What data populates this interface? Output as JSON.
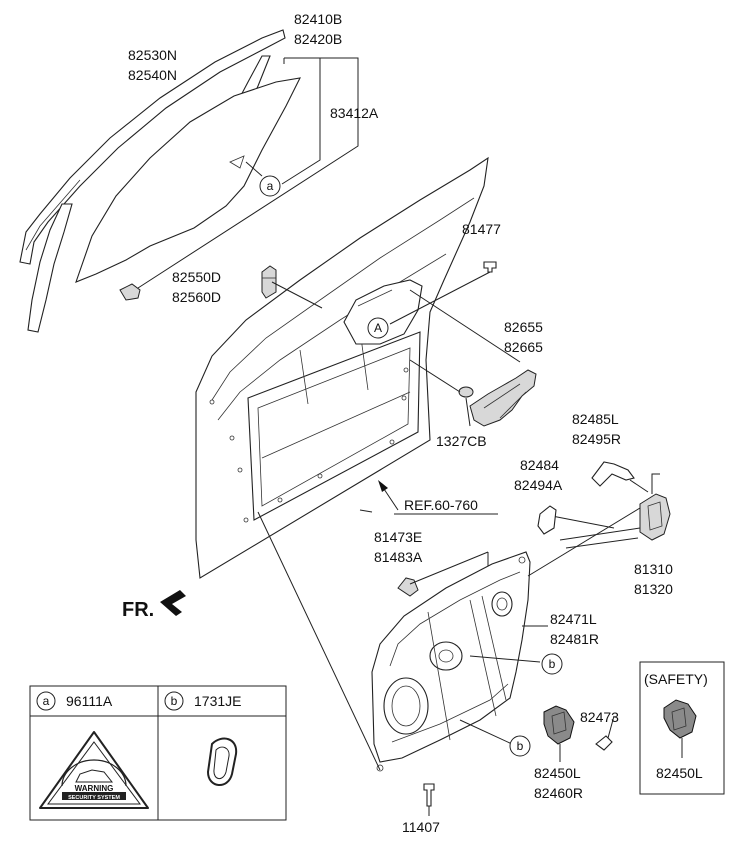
{
  "labels": {
    "glass_mid_top": "82410B",
    "glass_mid_bottom": "82420B",
    "glass_left_top": "82530N",
    "glass_left_bottom": "82540N",
    "glass_right": "83412A",
    "bolt_top": "81477",
    "stop_top": "82550D",
    "stop_bottom": "82560D",
    "handle_top": "82655",
    "handle_bottom": "82665",
    "plug": "1327CB",
    "rod_top": "82485L",
    "rod_bottom": "82495R",
    "clip_top": "82484",
    "clip_bottom": "82494A",
    "latch_top": "81310",
    "latch_bottom": "81320",
    "cable_top": "81473E",
    "cable_bottom": "81483A",
    "regulator_top": "82471L",
    "regulator_bottom": "82481R",
    "screw_right": "82473",
    "motor_top": "82450L",
    "motor_bottom": "82460R",
    "bolt_bottom": "11407",
    "safety_label": "(SAFETY)",
    "safety_part": "82450L",
    "ref": "REF.60-760",
    "fr": "FR."
  },
  "callouts": {
    "a": "a",
    "b": "b",
    "A": "A"
  },
  "legend": {
    "a_letter": "a",
    "a_part": "96111A",
    "b_letter": "b",
    "b_part": "1731JE",
    "sticker_text": "WARNING",
    "sticker_subtext": "SECURITY SYSTEM"
  }
}
